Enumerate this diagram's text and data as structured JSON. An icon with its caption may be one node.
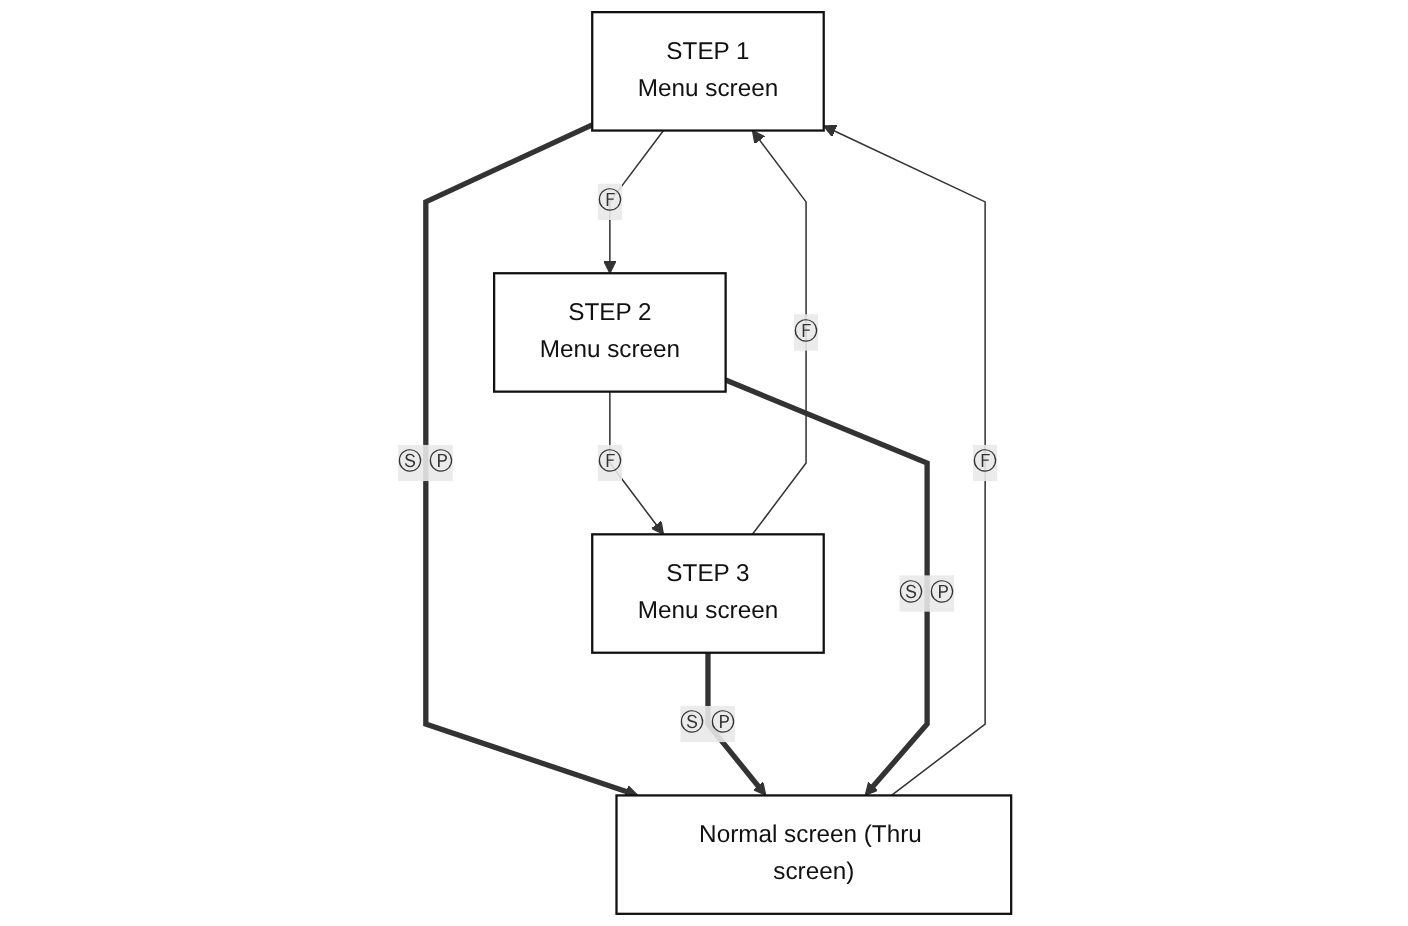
{
  "diagram": {
    "nodes": [
      {
        "text": [
          "STEP 1",
          "Menu screen"
        ]
      },
      {
        "text": [
          "Normal screen (Thru screen)"
        ]
      },
      {
        "text": [
          "STEP 3",
          "Menu screen"
        ]
      },
      {
        "text": [
          "STEP 2",
          "Menu screen"
        ]
      }
    ],
    "edges": [
      {
        "from": 1,
        "to": 0,
        "arrow": "to",
        "label": "Ⓕ"
      },
      {
        "from": 0,
        "to": 1,
        "arrow": "to",
        "label": "Ⓢ Ⓟ",
        "style": "thick"
      },
      {
        "from": 0,
        "to": 3,
        "arrow": "to",
        "label": "Ⓕ"
      },
      {
        "from": 3,
        "to": 2,
        "arrow": "to",
        "label": "Ⓕ"
      },
      {
        "from": 2,
        "to": 0,
        "arrow": "to",
        "label": "Ⓕ"
      },
      {
        "from": 2,
        "to": 1,
        "arrow": "to",
        "label": "Ⓢ Ⓟ",
        "style": "thick"
      },
      {
        "from": 3,
        "to": 1,
        "arrow": "to",
        "label": "Ⓢ Ⓟ",
        "style": "thick"
      }
    ]
  }
}
